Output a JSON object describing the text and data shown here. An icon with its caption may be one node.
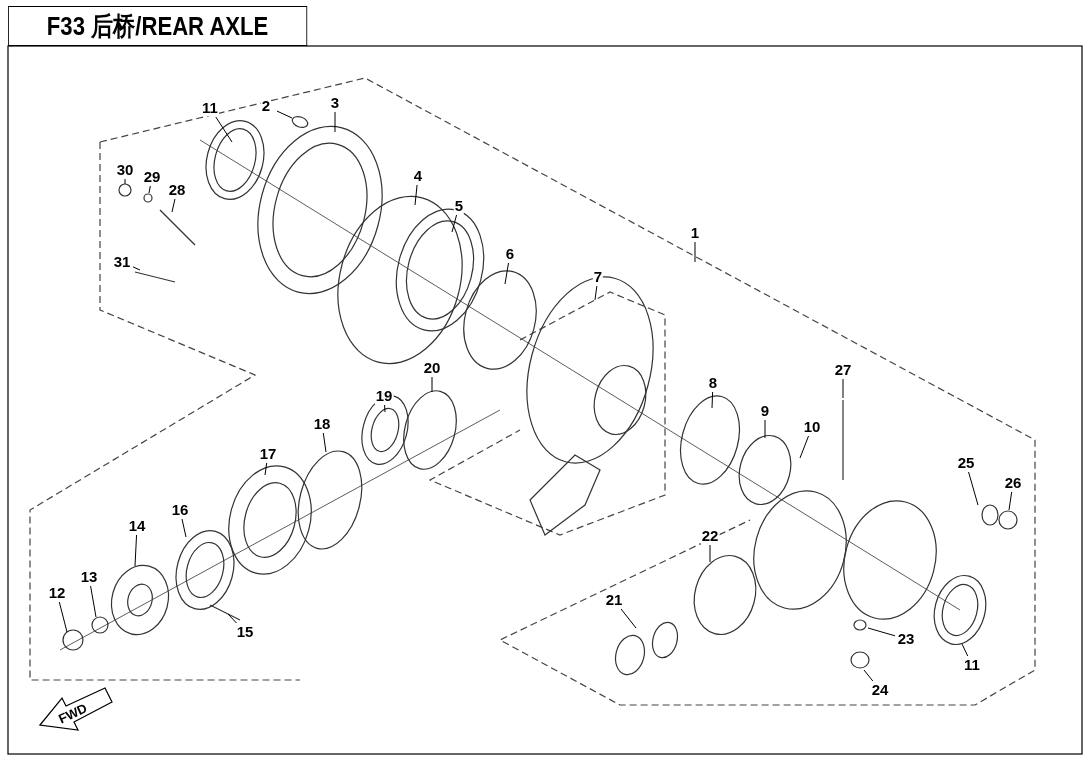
{
  "diagram": {
    "title": "F33 后桥/REAR AXLE",
    "nodes": [
      {
        "text": [
          "2"
        ]
      },
      {
        "text": [
          "3"
        ]
      },
      {
        "text": [
          "11"
        ]
      },
      {
        "text": [
          "30"
        ]
      },
      {
        "text": [
          "29"
        ]
      },
      {
        "text": [
          "4"
        ]
      },
      {
        "text": [
          "28"
        ]
      },
      {
        "text": [
          "5"
        ]
      },
      {
        "text": [
          "1"
        ]
      },
      {
        "text": [
          "6"
        ]
      },
      {
        "text": [
          "31"
        ]
      },
      {
        "text": [
          "7"
        ]
      },
      {
        "text": [
          "20"
        ]
      },
      {
        "text": [
          "27"
        ]
      },
      {
        "text": [
          "8"
        ]
      },
      {
        "text": [
          "19"
        ]
      },
      {
        "text": [
          "9"
        ]
      },
      {
        "text": [
          "18"
        ]
      },
      {
        "text": [
          "10"
        ]
      },
      {
        "text": [
          "17"
        ]
      },
      {
        "text": [
          "25"
        ]
      },
      {
        "text": [
          "26"
        ]
      },
      {
        "text": [
          "16"
        ]
      },
      {
        "text": [
          "14"
        ]
      },
      {
        "text": [
          "22"
        ]
      },
      {
        "text": [
          "13"
        ]
      },
      {
        "text": [
          "12"
        ]
      },
      {
        "text": [
          "21"
        ]
      },
      {
        "text": [
          "15"
        ]
      },
      {
        "text": [
          "23"
        ]
      },
      {
        "text": [
          "11"
        ]
      },
      {
        "text": [
          "24"
        ]
      }
    ],
    "edges": [
      {
        "from": 0,
        "to": null,
        "arrow": "none"
      },
      {
        "from": 1,
        "to": null,
        "arrow": "none"
      },
      {
        "from": 2,
        "to": null,
        "arrow": "none"
      },
      {
        "from": 3,
        "to": null,
        "arrow": "none"
      },
      {
        "from": 4,
        "to": null,
        "arrow": "none"
      },
      {
        "from": 5,
        "to": null,
        "arrow": "none"
      },
      {
        "from": 6,
        "to": null,
        "arrow": "none"
      },
      {
        "from": 7,
        "to": null,
        "arrow": "none"
      },
      {
        "from": 8,
        "to": null,
        "arrow": "none"
      },
      {
        "from": 9,
        "to": null,
        "arrow": "none"
      },
      {
        "from": 10,
        "to": null,
        "arrow": "none"
      },
      {
        "from": 11,
        "to": null,
        "arrow": "none"
      },
      {
        "from": 12,
        "to": null,
        "arrow": "none"
      },
      {
        "from": 13,
        "to": null,
        "arrow": "none"
      },
      {
        "from": 14,
        "to": null,
        "arrow": "none"
      },
      {
        "from": 15,
        "to": null,
        "arrow": "none"
      },
      {
        "from": 16,
        "to": null,
        "arrow": "none"
      },
      {
        "from": 17,
        "to": null,
        "arrow": "none"
      },
      {
        "from": 18,
        "to": null,
        "arrow": "none"
      },
      {
        "from": 19,
        "to": null,
        "arrow": "none"
      },
      {
        "from": 20,
        "to": null,
        "arrow": "none"
      },
      {
        "from": 21,
        "to": null,
        "arrow": "none"
      },
      {
        "from": 22,
        "to": null,
        "arrow": "none"
      },
      {
        "from": 23,
        "to": null,
        "arrow": "none"
      },
      {
        "from": 24,
        "to": null,
        "arrow": "none"
      },
      {
        "from": 25,
        "to": null,
        "arrow": "none"
      },
      {
        "from": 26,
        "to": null,
        "arrow": "none"
      },
      {
        "from": 27,
        "to": null,
        "arrow": "none"
      },
      {
        "from": 28,
        "to": null,
        "arrow": "none"
      },
      {
        "from": 29,
        "to": null,
        "arrow": "none"
      },
      {
        "from": 30,
        "to": null,
        "arrow": "none"
      },
      {
        "from": 31,
        "to": null,
        "arrow": "none"
      }
    ],
    "labels": [
      "FWD"
    ]
  }
}
